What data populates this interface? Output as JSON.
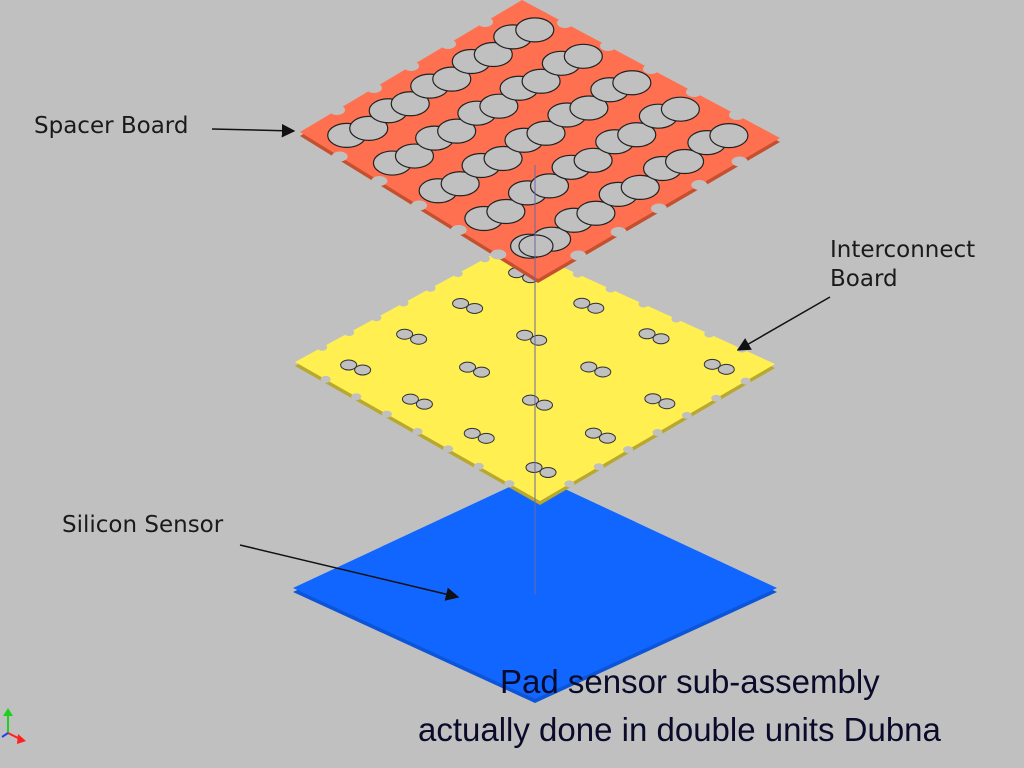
{
  "labels": {
    "spacer_board": "Spacer Board",
    "interconnect_board": "Interconnect\nBoard",
    "silicon_sensor": "Silicon Sensor"
  },
  "caption": {
    "line1": "Pad sensor sub-assembly",
    "line2": "actually done in double units Dubna"
  },
  "colors": {
    "background": "#c0c0c0",
    "spacer_board": "#ff7050",
    "interconnect_board": "#ffef50",
    "silicon_sensor": "#1066ff",
    "axis_x": "#ff2020",
    "axis_y": "#20d020",
    "axis_z": "#2040ff"
  },
  "icons": [
    "axis-triad-icon"
  ]
}
